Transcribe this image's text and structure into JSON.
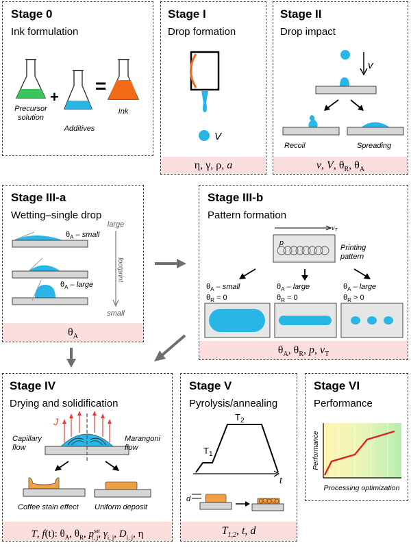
{
  "stages": {
    "s0": {
      "title": "Stage 0",
      "subtitle": "Ink formulation",
      "labels": {
        "precursor1": "Precursor",
        "precursor2": "solution",
        "additives": "Additives",
        "ink": "Ink",
        "plus": "+",
        "equals": "="
      }
    },
    "s1": {
      "title": "Stage I",
      "subtitle": "Drop formation",
      "param": "η, γ, ρ, a",
      "labels": {
        "v": "V"
      }
    },
    "s2": {
      "title": "Stage II",
      "subtitle": "Drop impact",
      "param": "v, V, θR, θA",
      "labels": {
        "v": "v",
        "recoil": "Recoil",
        "spreading": "Spreading"
      }
    },
    "s3a": {
      "title": "Stage III-a",
      "subtitle": "Wetting–single drop",
      "param": "θA",
      "labels": {
        "small_theta": "θA – small",
        "large_theta": "θA – large",
        "large": "large",
        "footprint": "footprint",
        "small": "small"
      }
    },
    "s3b": {
      "title": "Stage III-b",
      "subtitle": "Pattern formation",
      "param": "θA, θR, p, vT",
      "labels": {
        "vt": "vT",
        "p": "p",
        "printing1": "Printing",
        "printing2": "pattern",
        "c1a": "θA – small",
        "c1b": "θR = 0",
        "c2a": "θA – large",
        "c2b": "θR = 0",
        "c3a": "θA – large",
        "c3b": "θR > 0"
      }
    },
    "s4": {
      "title": "Stage IV",
      "subtitle": "Drying and solidification",
      "param": "T, f(t): θA, θR, psat i,j, γi,j, Di,j, η",
      "labels": {
        "j": "J",
        "cap1": "Capillary",
        "cap2": "flow",
        "mar1": "Marangoni",
        "mar2": "flow",
        "coffee": "Coffee stain effect",
        "uniform": "Uniform deposit"
      }
    },
    "s5": {
      "title": "Stage V",
      "subtitle": "Pyrolysis/annealing",
      "param": "T1,2, t, d",
      "labels": {
        "t1": "T1",
        "t2": "T2",
        "t": "t",
        "d": "d"
      }
    },
    "s6": {
      "title": "Stage VI",
      "subtitle": "Performance",
      "labels": {
        "ylabel": "Performance",
        "xlabel": "Processing optimization"
      }
    }
  },
  "colors": {
    "ink_blue": "#28b6e6",
    "ink_green": "#3cc35c",
    "ink_orange": "#f06a18",
    "deposit_orange": "#f0a040",
    "param_bg": "#fbdede",
    "substrate": "#d6d6d6",
    "arrow_gray": "#6e6e6e",
    "perf_line": "#e02020"
  }
}
